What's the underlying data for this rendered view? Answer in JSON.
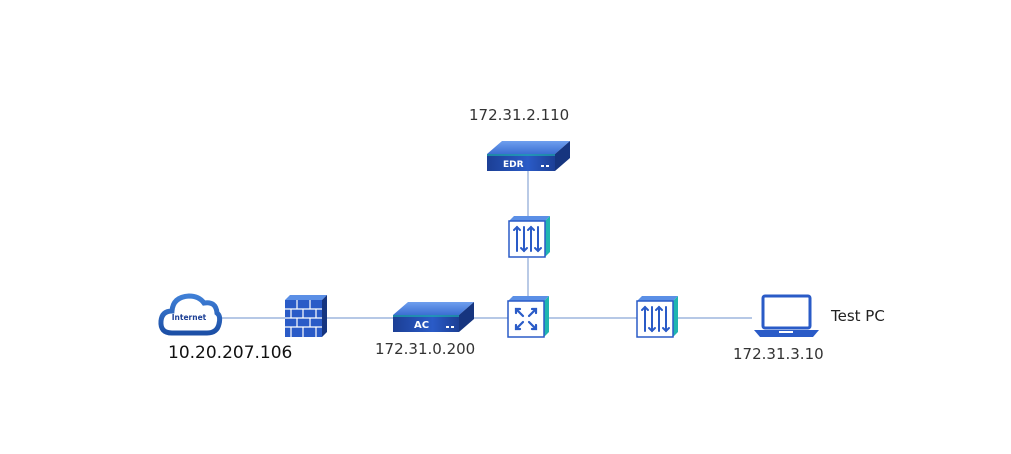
{
  "nodes": {
    "internet": {
      "label": "Internet",
      "ip": "10.20.207.106"
    },
    "firewall": {
      "label": ""
    },
    "ac": {
      "label": "AC",
      "ip": "172.31.0.200"
    },
    "core_switch": {
      "label": ""
    },
    "edr_switch": {
      "label": ""
    },
    "edr": {
      "label": "EDR",
      "ip": "172.31.2.110"
    },
    "access_switch": {
      "label": ""
    },
    "test_pc": {
      "name": "Test PC",
      "ip": "172.31.3.10"
    }
  },
  "colors": {
    "device_dark": "#1c3f95",
    "device_mid": "#2a5bc7",
    "device_light": "#5b8fe6",
    "accent_teal": "#1fb5b0",
    "link": "#8aa6d6"
  }
}
